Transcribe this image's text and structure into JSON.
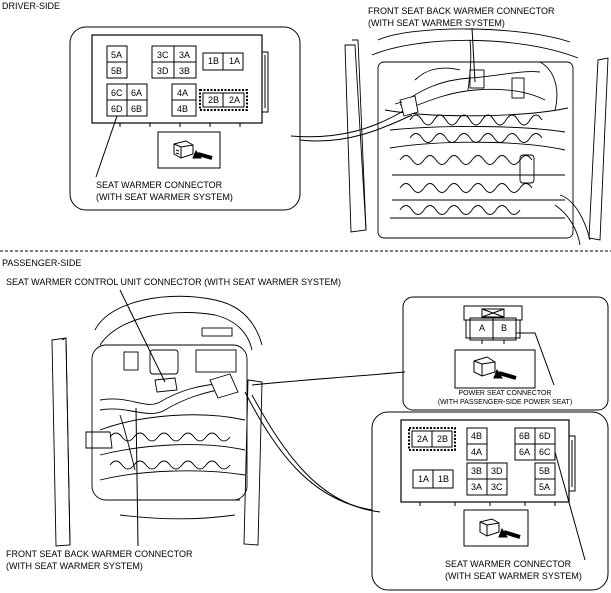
{
  "sections": {
    "driver": "DRIVER-SIDE",
    "passenger": "PASSENGER-SIDE"
  },
  "labels": {
    "driver_back_connector": [
      "FRONT SEAT BACK WARMER CONNECTOR",
      "(WITH SEAT WARMER SYSTEM)"
    ],
    "driver_seat_warmer_connector": [
      "SEAT WARMER CONNECTOR",
      "(WITH SEAT WARMER SYSTEM)"
    ],
    "control_unit_connector": "SEAT WARMER CONTROL UNIT CONNECTOR (WITH SEAT WARMER SYSTEM)",
    "passenger_back_connector": [
      "FRONT SEAT BACK WARMER CONNECTOR",
      "(WITH SEAT WARMER SYSTEM)"
    ],
    "passenger_seat_warmer_connector": [
      "SEAT WARMER CONNECTOR",
      "(WITH SEAT WARMER SYSTEM)"
    ],
    "power_seat_connector": [
      "POWER SEAT CONNECTOR",
      "(WITH PASSENGER-SIDE POWER SEAT)"
    ]
  },
  "driver_connector_pins": {
    "block1": [
      "5A",
      "5B"
    ],
    "block2": [
      "3C",
      "3A",
      "3D",
      "3B"
    ],
    "block3": [
      "1B",
      "1A"
    ],
    "block4": [
      "6C",
      "6A",
      "6D",
      "6B"
    ],
    "block5": [
      "4A",
      "4B"
    ],
    "block6": [
      "2B",
      "2A"
    ]
  },
  "power_seat_pins": [
    "A",
    "B"
  ],
  "passenger_connector_pins": {
    "block1": [
      "2A",
      "2B"
    ],
    "block2": [
      "4B",
      "4A"
    ],
    "block3": [
      "6B",
      "6D",
      "6A",
      "6C"
    ],
    "block4": [
      "3B",
      "3D",
      "3A",
      "3C"
    ],
    "block5": [
      "1A",
      "1B"
    ],
    "block6": [
      "5B",
      "5A"
    ]
  }
}
